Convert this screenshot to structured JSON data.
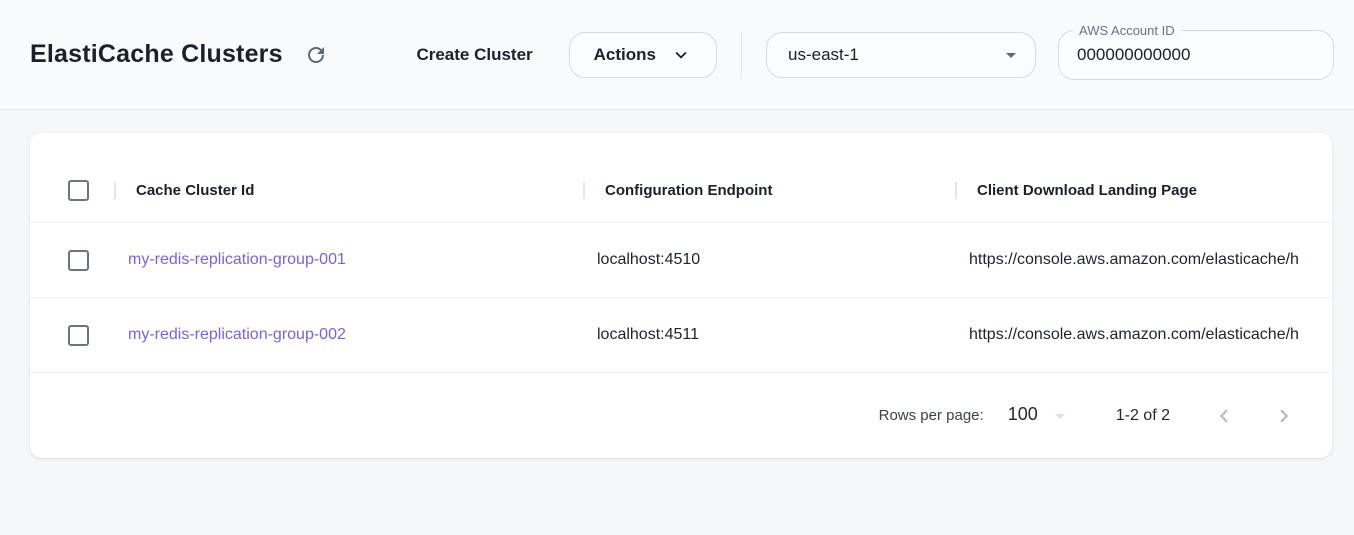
{
  "header": {
    "title": "ElastiCache Clusters",
    "create_button_label": "Create Cluster",
    "actions_button_label": "Actions",
    "region_select": {
      "value": "us-east-1"
    },
    "account_field": {
      "label": "AWS Account ID",
      "value": "000000000000"
    }
  },
  "table": {
    "columns": {
      "cache_cluster_id": "Cache Cluster Id",
      "configuration_endpoint": "Configuration Endpoint",
      "client_download_landing_page": "Client Download Landing Page"
    },
    "rows": [
      {
        "id": "my-redis-replication-group-001",
        "endpoint": "localhost:4510",
        "landing_page": "https://console.aws.amazon.com/elasticache/h"
      },
      {
        "id": "my-redis-replication-group-002",
        "endpoint": "localhost:4511",
        "landing_page": "https://console.aws.amazon.com/elasticache/h"
      }
    ],
    "pagination": {
      "rows_per_page_label": "Rows per page:",
      "rows_per_page_value": "100",
      "range_label": "1-2 of 2"
    }
  },
  "icons": {
    "refresh": "circular-arrow-clockwise",
    "chevron_down": "expand-more",
    "dropdown_caret": "filled-triangle-down",
    "chevron_left": "previous-page",
    "chevron_right": "next-page"
  },
  "colors": {
    "link_purple": "#7c62d8",
    "topbar_bg": "#f9fafb",
    "page_bg": "#f6f7f9",
    "checkbox_border": "#667684",
    "disabled_icon": "#b8bcc0"
  }
}
